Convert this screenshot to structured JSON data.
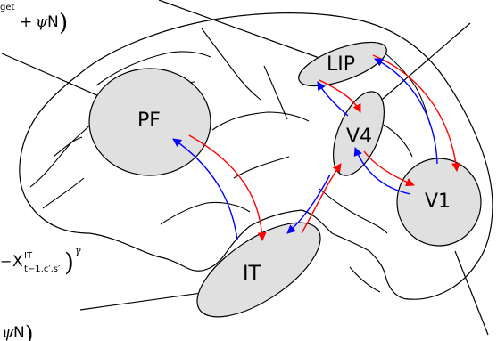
{
  "colors": {
    "region_fill": "#e0e0e0",
    "outline": "#000000",
    "feedforward": "#ff0000",
    "feedback": "#0000ff"
  },
  "regions": {
    "pf": "PF",
    "lip": "LIP",
    "v4": "V4",
    "v1": "V1",
    "it": "IT"
  },
  "equations": {
    "top_sup": "get",
    "top_plus": "+",
    "top_psi": "ψ",
    "top_n": "N",
    "top_paren": ")",
    "mid_minus": "−",
    "mid_x": "X",
    "mid_sup": "IT",
    "mid_sub": "t−1,c′,s′",
    "mid_paren": ")",
    "mid_gamma": "γ",
    "bot_psi": "ψ",
    "bot_n": "N",
    "bot_paren": ")"
  }
}
